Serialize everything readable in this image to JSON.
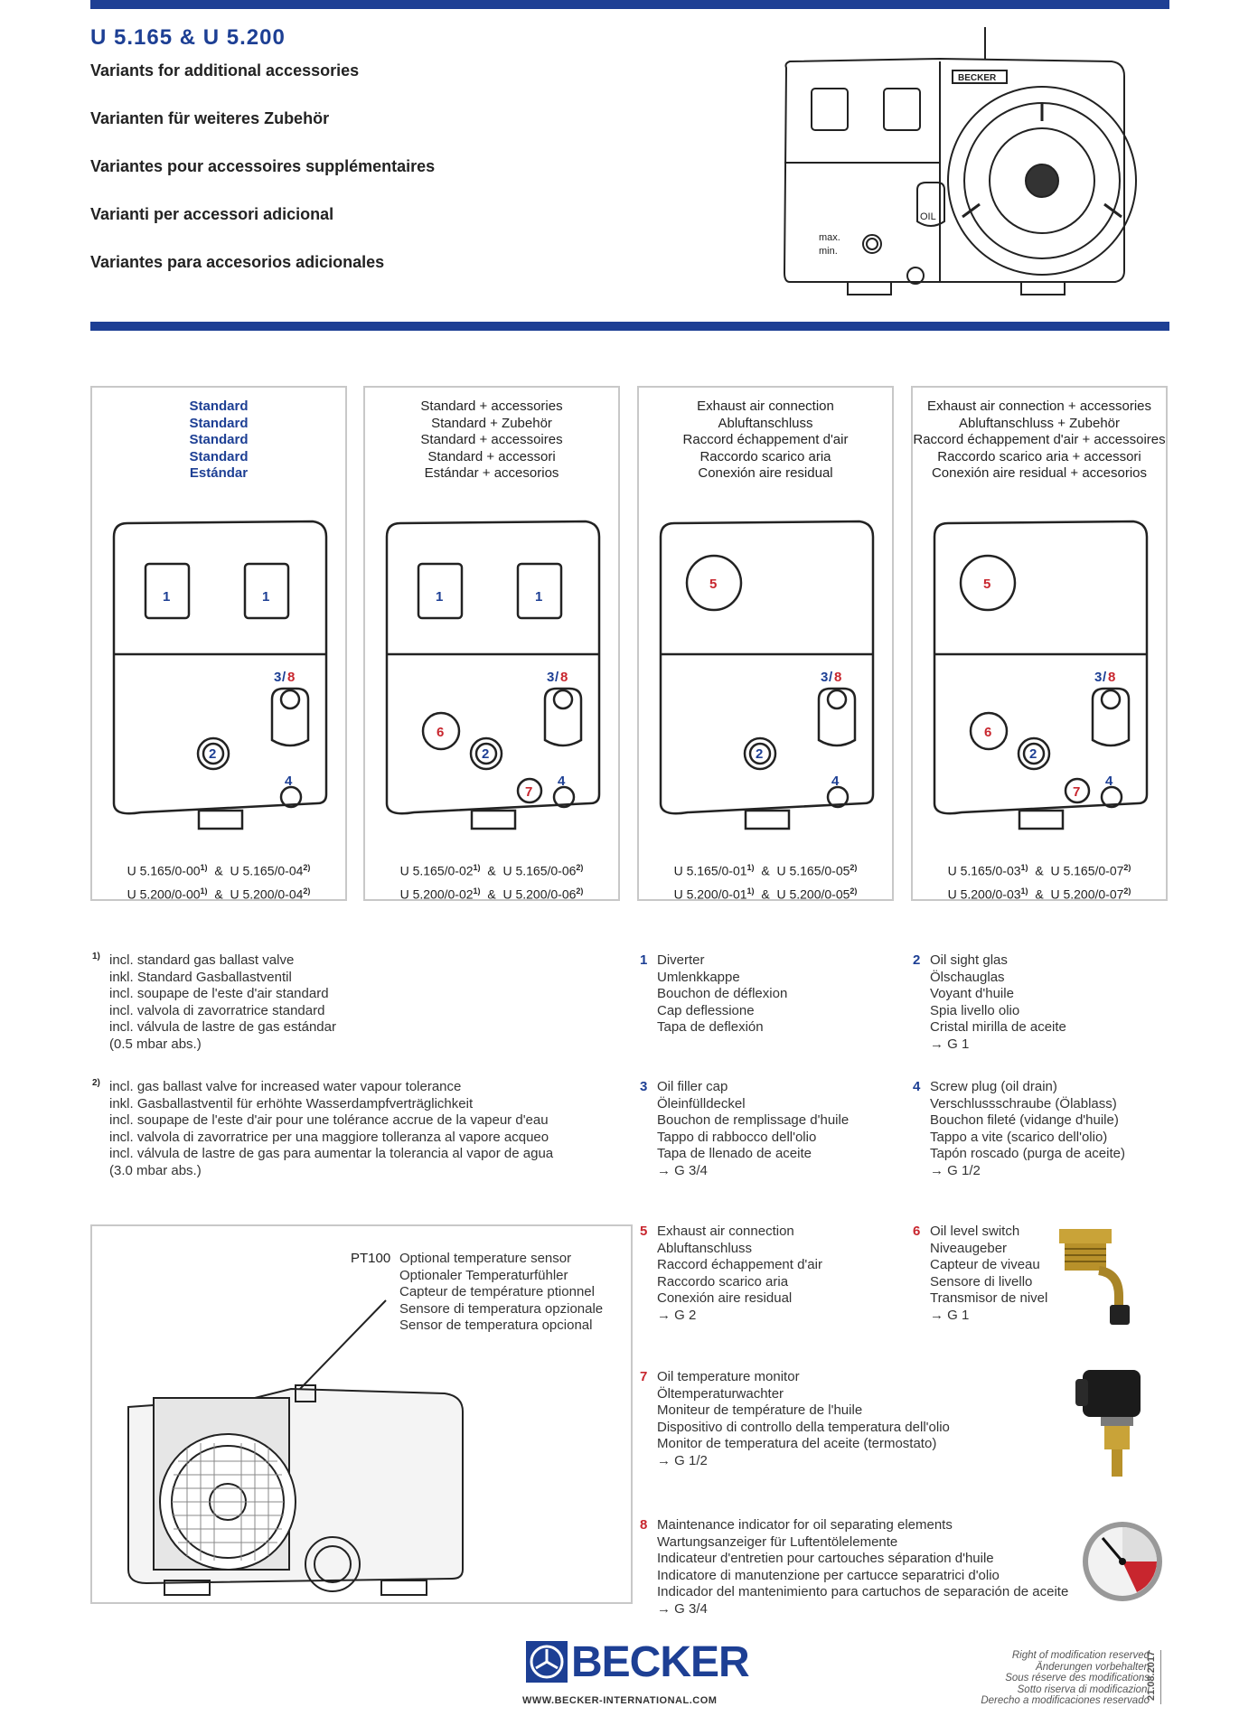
{
  "header": {
    "title": "U 5.165 & U 5.200",
    "subtitles": [
      "Variants for additional accessories",
      "Varianten für weiteres Zubehör",
      "Variantes pour accessoires supplémentaires",
      "Varianti per accessori adicional",
      "Variantes para accesorios adicionales"
    ]
  },
  "pump_top": {
    "brand_plate": "BECKER",
    "oil_label": "OIL",
    "max_label": "max.",
    "min_label": "min."
  },
  "variants": [
    {
      "heading": [
        "Standard",
        "Standard",
        "Standard",
        "Standard",
        "Estándar"
      ],
      "heading_blue": true,
      "models": [
        "U 5.165/0-00",
        "U 5.165/0-04",
        "U 5.200/0-00",
        "U 5.200/0-04"
      ]
    },
    {
      "heading": [
        "Standard + accessories",
        "Standard + Zubehör",
        "Standard + accessoires",
        "Standard + accessori",
        "Estándar + accesorios"
      ],
      "heading_blue": false,
      "models": [
        "U 5.165/0-02",
        "U 5.165/0-06",
        "U 5.200/0-02",
        "U 5.200/0-06"
      ]
    },
    {
      "heading": [
        "Exhaust air connection",
        "Abluftanschluss",
        "Raccord échappement d'air",
        "Raccordo scarico aria",
        "Conexión aire residual"
      ],
      "heading_blue": false,
      "models": [
        "U 5.165/0-01",
        "U 5.165/0-05",
        "U 5.200/0-01",
        "U 5.200/0-05"
      ]
    },
    {
      "heading": [
        "Exhaust air connection + accessories",
        "Abluftanschluss + Zubehör",
        "Raccord échappement d'air + accessoires",
        "Raccordo scarico aria + accessori",
        "Conexión aire residual + accesorios"
      ],
      "heading_blue": false,
      "models": [
        "U 5.165/0-03",
        "U 5.165/0-07",
        "U 5.200/0-03",
        "U 5.200/0-07"
      ]
    }
  ],
  "marks": {
    "fn1": "1)",
    "fn2": "2)",
    "amp": "&"
  },
  "diagram_labels": {
    "n1": "1",
    "n2": "2",
    "n3": "3",
    "slash": "/",
    "n8": "8",
    "n4": "4",
    "n5": "5",
    "n6": "6",
    "n7": "7"
  },
  "footnotes": [
    {
      "mark": "1)",
      "lines": [
        "incl. standard gas ballast valve",
        "inkl. Standard Gasballastventil",
        "incl. soupape de l'este d'air standard",
        "incl. valvola di zavorratrice standard",
        "incl. válvula de lastre de gas estándar",
        "(0.5 mbar abs.)"
      ]
    },
    {
      "mark": "2)",
      "lines": [
        "incl. gas ballast valve for increased water vapour tolerance",
        "inkl. Gasballastventil für erhöhte Wasserdampfverträglichkeit",
        "incl. soupape de l'este d'air pour une tolérance accrue de la vapeur d'eau",
        "incl. valvola di zavorratrice per una maggiore tolleranza al vapore acqueo",
        "incl. válvula de lastre de gas para aumentar la tolerancia al vapor de agua",
        "(3.0 mbar abs.)"
      ]
    }
  ],
  "items": [
    {
      "num": "1",
      "color": "blue",
      "lines": [
        "Diverter",
        "Umlenkkappe",
        "Bouchon de déflexion",
        "Cap deflessione",
        "Tapa de deflexión"
      ]
    },
    {
      "num": "2",
      "color": "blue",
      "lines": [
        "Oil sight glas",
        "Ölschauglas",
        "Voyant d'huile",
        "Spia livello olio",
        "Cristal mirilla de aceite",
        "→ G 1"
      ]
    },
    {
      "num": "3",
      "color": "blue",
      "lines": [
        "Oil filler cap",
        "Öleinfülldeckel",
        "Bouchon de remplissage d'huile",
        "Tappo di rabbocco dell'olio",
        "Tapa de llenado de aceite",
        "→ G 3/4"
      ]
    },
    {
      "num": "4",
      "color": "blue",
      "lines": [
        "Screw plug (oil drain)",
        "Verschlussschraube (Ölablass)",
        "Bouchon fileté (vidange d'huile)",
        "Tappo a vite (scarico dell'olio)",
        "Tapón roscado (purga de aceite)",
        "→ G 1/2"
      ]
    },
    {
      "num": "5",
      "color": "red",
      "lines": [
        "Exhaust air connection",
        "Abluftanschluss",
        "Raccord échappement d'air",
        "Raccordo scarico aria",
        "Conexión aire residual",
        "→ G 2"
      ]
    },
    {
      "num": "6",
      "color": "red",
      "lines": [
        "Oil level switch",
        "Niveaugeber",
        "Capteur de viveau",
        "Sensore di livello",
        "Transmisor de nivel",
        "→ G 1"
      ]
    },
    {
      "num": "7",
      "color": "red",
      "lines": [
        "Oil temperature monitor",
        "Öltemperaturwachter",
        "Moniteur de température de l'huile",
        "Dispositivo di controllo della temperatura dell'olio",
        "Monitor de temperatura del aceite (termostato)",
        "→ G 1/2"
      ]
    },
    {
      "num": "8",
      "color": "red",
      "lines": [
        "Maintenance indicator for oil separating elements",
        "Wartungsanzeiger für Luftentölelemente",
        "Indicateur d'entretien pour cartouches séparation d'huile",
        "Indicatore di manutenzione per cartucce separatrici d'olio",
        "Indicador del mantenimiento para cartuchos de separación de aceite",
        "→ G 3/4"
      ]
    }
  ],
  "pt100": {
    "code": "PT100",
    "lines": [
      "Optional temperature sensor",
      "Optionaler Temperaturfühler",
      "Capteur de température ptionnel",
      "Sensore di temperatura opzionale",
      "Sensor de temperatura opcional"
    ]
  },
  "footer": {
    "logo": "BECKER",
    "url": "WWW.BECKER-INTERNATIONAL.COM",
    "rights": [
      "Right of modification reserved",
      "Änderungen vorbehalten",
      "Sous réserve des modifications",
      "Sotto riserva di modificazioni",
      "Derecho a modificaciones reservado"
    ],
    "date": "21.08.2017"
  },
  "colors": {
    "brand_blue": "#1d3f94",
    "accent_red": "#c8262e"
  }
}
